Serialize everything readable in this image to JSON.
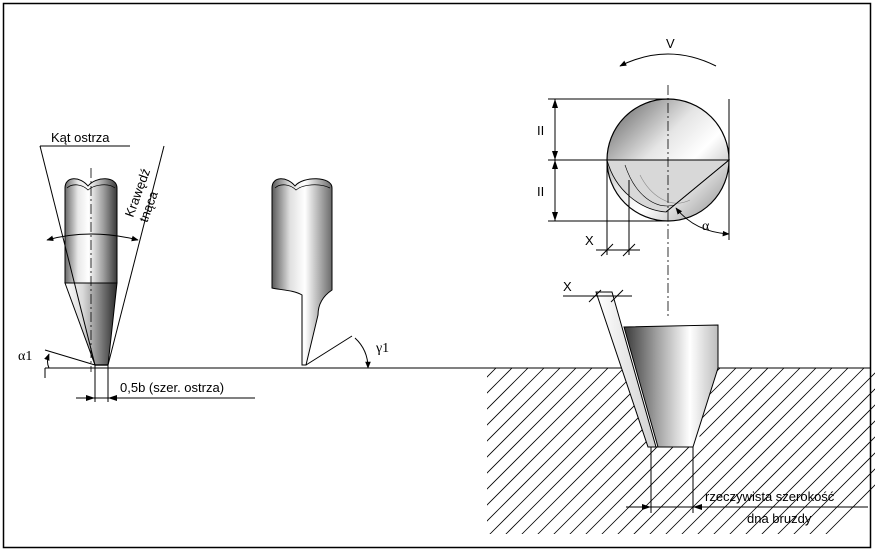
{
  "diagram": {
    "labels": {
      "blade_angle": "Kąt ostrza",
      "cutting_edge_line1": "Krawędź",
      "cutting_edge_line2": "tnąca",
      "half_width": "0,5b (szer. ostrza)",
      "alpha1": "α1",
      "gamma1": "γ1",
      "v": "V",
      "alpha": "α",
      "dim_top": "II",
      "dim_bottom": "II",
      "x_disc": "X",
      "x_furrow": "X",
      "furrow_width_line1": "rzeczywista szerokość",
      "furrow_width_line2": "dna bruzdy"
    }
  }
}
